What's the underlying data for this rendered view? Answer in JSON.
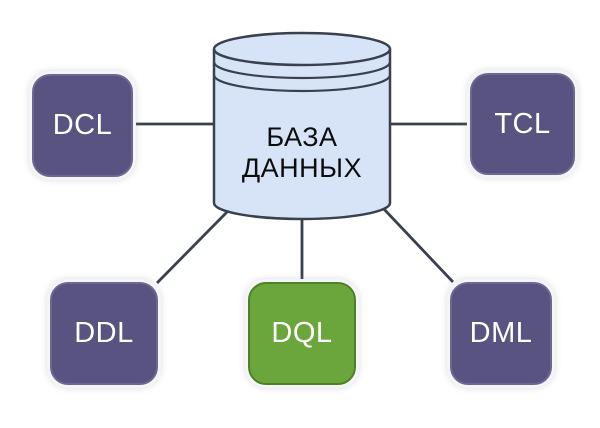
{
  "diagram": {
    "title": "Database command language types diagram",
    "database": {
      "label_line1": "БАЗА",
      "label_line2": "ДАННЫХ",
      "fill": "#d7e4f8",
      "stroke": "#3a414e"
    },
    "nodes": {
      "dcl": {
        "label": "DCL",
        "fill": "#585380"
      },
      "tcl": {
        "label": "TCL",
        "fill": "#585380"
      },
      "ddl": {
        "label": "DDL",
        "fill": "#585380"
      },
      "dql": {
        "label": "DQL",
        "fill": "#6ba63d"
      },
      "dml": {
        "label": "DML",
        "fill": "#585380"
      }
    },
    "colors": {
      "connector": "#3a414e",
      "node_purple": "#585380",
      "node_purple_border": "#6c6894",
      "node_green": "#6ba63d",
      "node_green_border": "#4e8026",
      "cylinder_fill": "#d7e4f8",
      "outline": "#3a414e",
      "background": "#ffffff"
    }
  }
}
